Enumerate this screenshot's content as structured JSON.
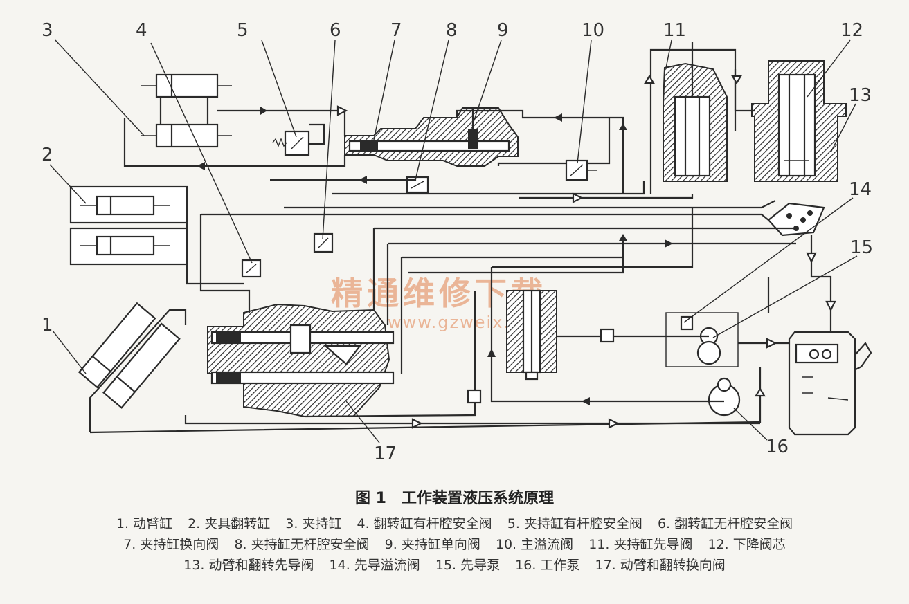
{
  "callouts": [
    "1",
    "2",
    "3",
    "4",
    "5",
    "6",
    "7",
    "8",
    "9",
    "10",
    "11",
    "12",
    "13",
    "14",
    "15",
    "16",
    "17"
  ],
  "watermark": {
    "text": "精通维修下载",
    "url": "www.gzweix.com"
  },
  "caption": {
    "title": "图 1　工作装置液压系统原理"
  },
  "legend": [
    [
      "1. 动臂缸",
      "2. 夹具翻转缸",
      "3. 夹持缸",
      "4. 翻转缸有杆腔安全阀",
      "5. 夹持缸有杆腔安全阀",
      "6. 翻转缸无杆腔安全阀"
    ],
    [
      "7. 夹持缸换向阀",
      "8. 夹持缸无杆腔安全阀",
      "9. 夹持缸单向阀",
      "10. 主溢流阀",
      "11. 夹持缸先导阀",
      "12. 下降阀芯"
    ],
    [
      "13. 动臂和翻转先导阀",
      "14. 先导溢流阀",
      "15. 先导泵",
      "16. 工作泵",
      "17. 动臂和翻转换向阀"
    ]
  ]
}
